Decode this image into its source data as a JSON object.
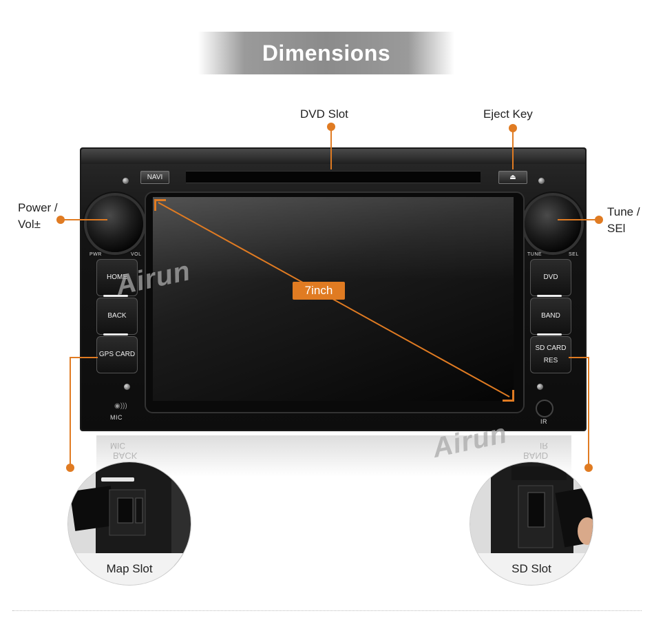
{
  "title": "Dimensions",
  "callouts": {
    "dvd_slot": "DVD Slot",
    "eject_key": "Eject Key",
    "power_vol_line1": "Power /",
    "power_vol_line2": "Vol±",
    "tune_sel_line1": "Tune /",
    "tune_sel_line2": "SEl",
    "screen_size": "7inch",
    "map_slot": "Map Slot",
    "sd_slot": "SD Slot"
  },
  "unit": {
    "navi": "NAVI",
    "eject_symbol": "⏏",
    "pwr": "PWR",
    "vol": "VOL",
    "tune": "TUNE",
    "sel": "SEL",
    "left_buttons": [
      "HOME",
      "BACK",
      "GPS CARD"
    ],
    "right_buttons": [
      "DVD",
      "BAND",
      "SD CARD",
      "RES"
    ],
    "mic": "MIC",
    "ir": "IR"
  },
  "watermark": "Airun",
  "reflection": {
    "left_top": "MIC",
    "left_bottom": "BACK",
    "right_top": "IR",
    "right_bottom": "BAND"
  },
  "colors": {
    "accent": "#e07b22",
    "banner": "#8b8b8b",
    "unit": "#141414"
  }
}
